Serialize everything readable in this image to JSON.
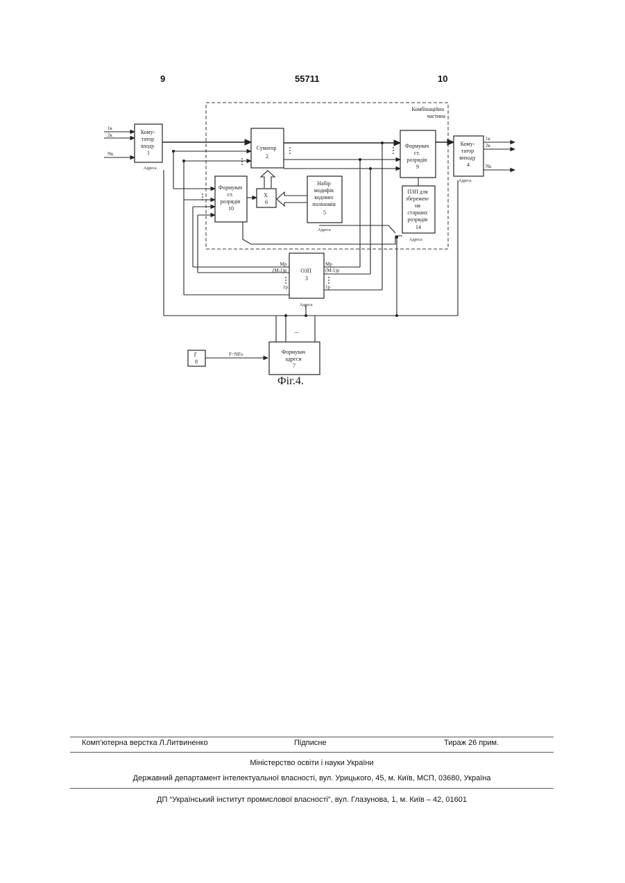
{
  "header": {
    "page_left": "9",
    "patent_number": "55711",
    "page_right": "10"
  },
  "diagram": {
    "dashed_region_label": [
      "Комбінаційна",
      "частина"
    ],
    "input_labels": [
      "1к",
      "2к",
      "Nк"
    ],
    "output_labels": [
      "1к",
      "2к",
      "Nк"
    ],
    "commutator_in": [
      "Кому-",
      "татор",
      "входу",
      "1"
    ],
    "commutator_out": [
      "Кому-",
      "татор",
      "виходу",
      "4"
    ],
    "adder": [
      "Суматор",
      "2"
    ],
    "former_high_out": [
      "Формувач",
      "ст.",
      "розрядів",
      "9"
    ],
    "former_high_in": [
      "Формувач",
      "ст.",
      "розрядів",
      "10"
    ],
    "multiplier": [
      "X",
      "6"
    ],
    "poly_set": [
      "Набір",
      "модифік",
      "кодових",
      "поліномів",
      "5"
    ],
    "rom": [
      "ПЗП для",
      "збережен-",
      "ня",
      "старших",
      "розрядів",
      "14"
    ],
    "ram": [
      "ОЗП",
      "3"
    ],
    "ram_left_ports": [
      "Мр",
      "(М-1)р",
      "1р"
    ],
    "ram_right_ports": [
      "Мр",
      "(М-1)р",
      "1р"
    ],
    "address_former": [
      "Формувач",
      "адреси",
      "7"
    ],
    "generator": [
      "Г",
      "8"
    ],
    "freq_label": "F=NFo",
    "address_label": "Адреса",
    "dots": "..."
  },
  "caption": "Фіг.4.",
  "footer": {
    "layout": "Комп’ютерна верстка Л.Литвиненко",
    "signed": "Підписне",
    "circulation": "Тираж 26 прим.",
    "ministry": "Міністерство освіти і науки України",
    "department": "Державний департамент інтелектуальної власності, вул. Урицького, 45, м. Київ, МСП, 03680, Україна",
    "institute": "ДП “Український інститут промислової власності”, вул. Глазунова, 1, м. Київ – 42, 01601"
  }
}
